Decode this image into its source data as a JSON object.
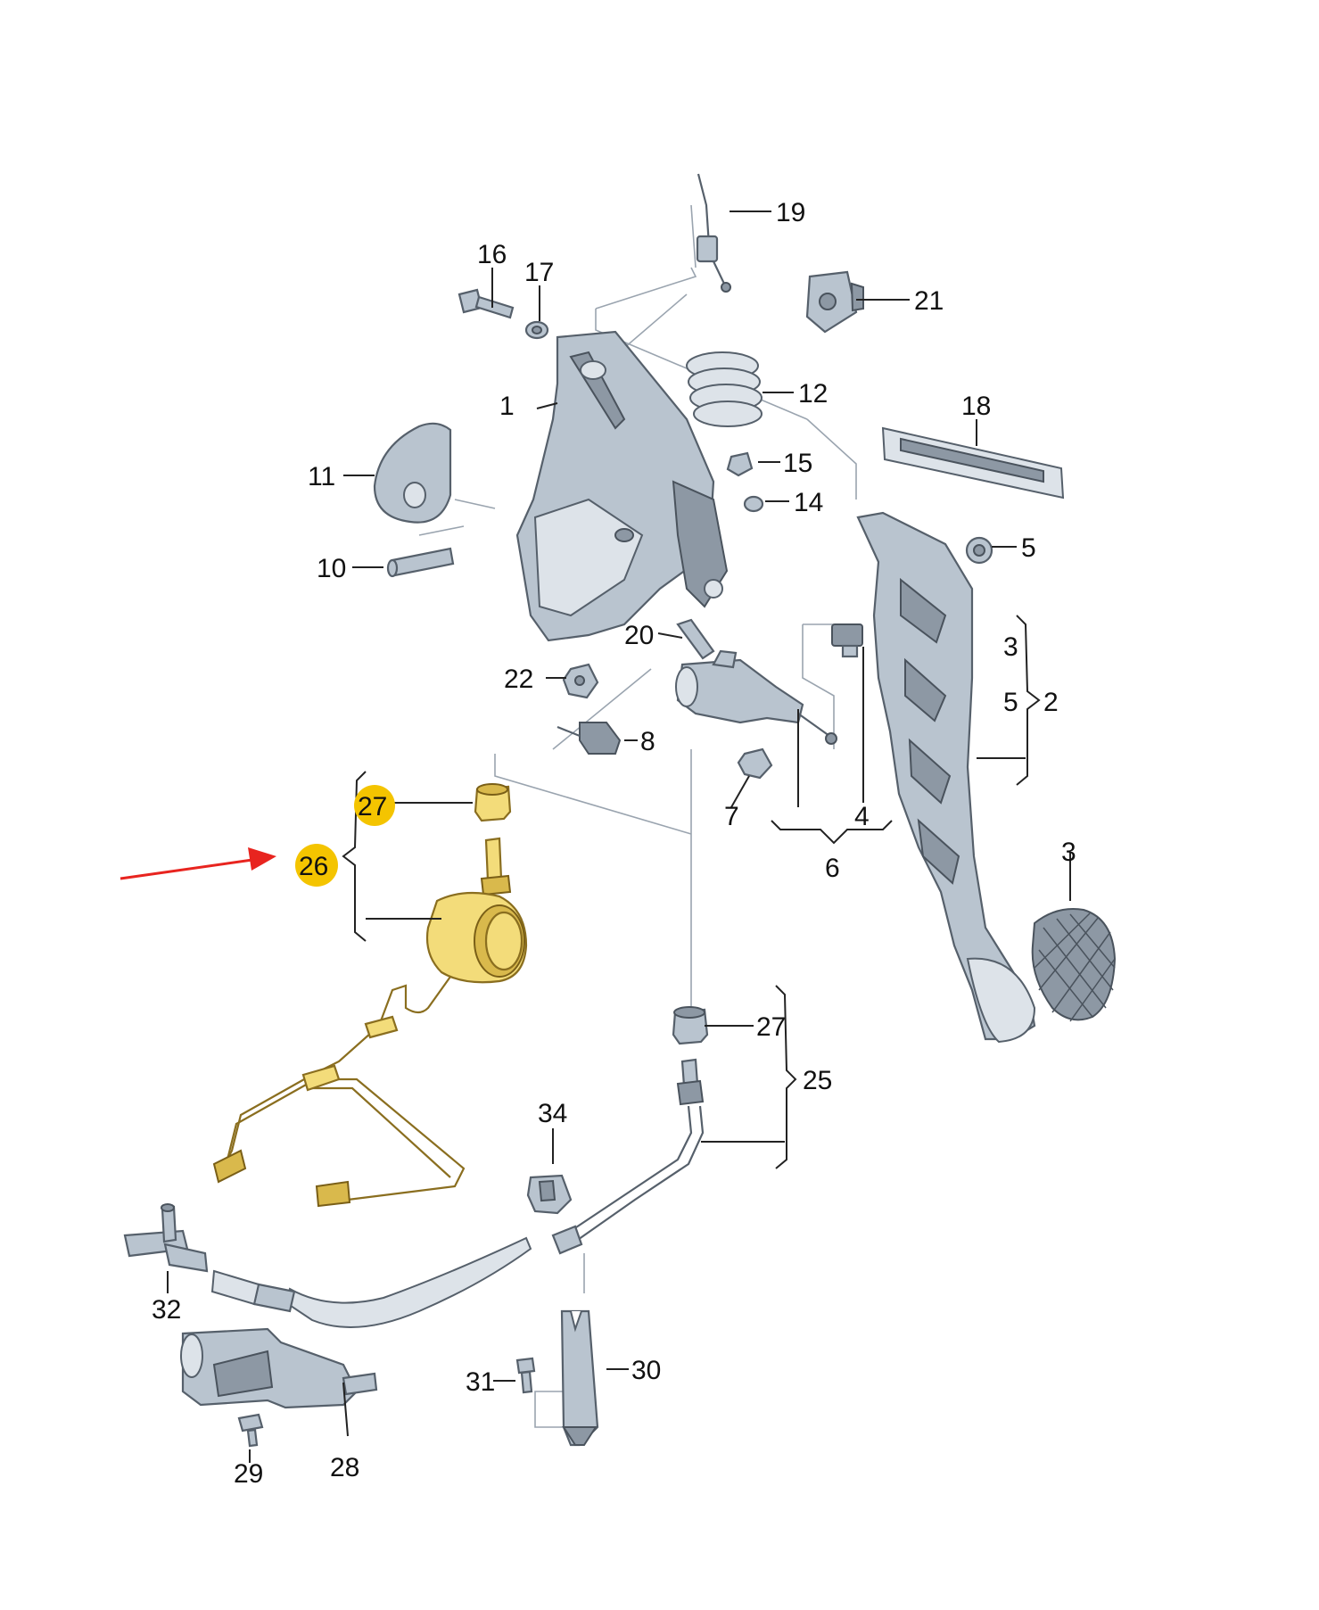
{
  "labels": {
    "l1": "1",
    "l2": "2",
    "l3a": "3",
    "l3b": "3",
    "l4": "4",
    "l5a": "5",
    "l5b": "5",
    "l6": "6",
    "l7": "7",
    "l8": "8",
    "l10": "10",
    "l11": "11",
    "l12": "12",
    "l14": "14",
    "l15": "15",
    "l16": "16",
    "l17": "17",
    "l18": "18",
    "l19": "19",
    "l20": "20",
    "l21": "21",
    "l22": "22",
    "l25": "25",
    "l26": "26",
    "l27a": "27",
    "l27b": "27",
    "l28": "28",
    "l29": "29",
    "l30": "30",
    "l31": "31",
    "l32": "32",
    "l34": "34"
  },
  "highlighted_labels": [
    "26",
    "27"
  ],
  "colors": {
    "highlight": "#f4c400",
    "arrow": "#e8241f",
    "part": "#b9c4cf",
    "highlighted_part": "#f3dc7a"
  }
}
